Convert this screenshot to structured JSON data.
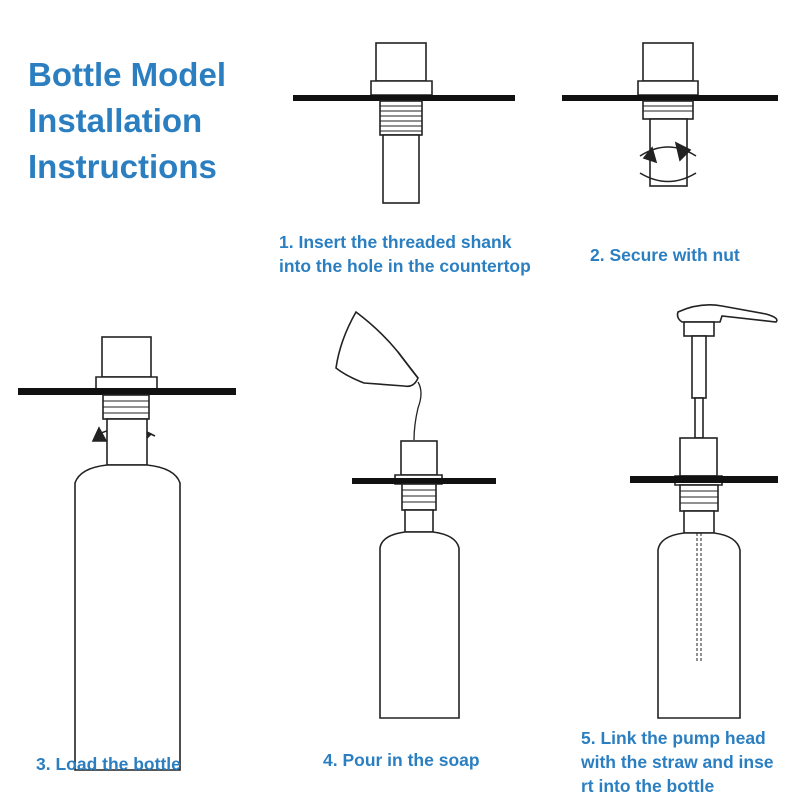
{
  "title": {
    "line1": "Bottle Model",
    "line2": "Installation",
    "line3": "Instructions"
  },
  "steps": [
    {
      "line1": "1. Insert the threaded shank",
      "line2": "into the hole in the countertop"
    },
    {
      "line1": "2. Secure with nut"
    },
    {
      "line1": "3. Load the bottle"
    },
    {
      "line1": "4. Pour in the soap"
    },
    {
      "line1": "5. Link the pump head",
      "line2": "with the straw and inse",
      "line3": "rt into the bottle"
    }
  ],
  "colors": {
    "accent": "#2b7fc1",
    "line": "#222222",
    "countertop": "#111111"
  },
  "icons": [
    "threaded-shank-icon",
    "nut-icon",
    "bottle-icon",
    "soap-pour-icon",
    "pump-head-icon"
  ]
}
